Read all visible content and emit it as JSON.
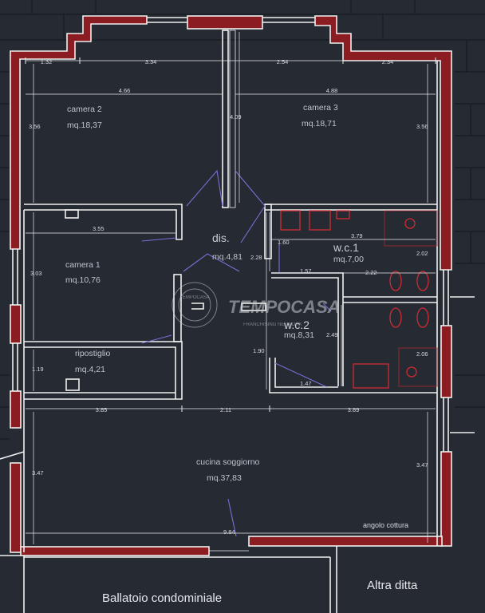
{
  "rooms": {
    "camera2": {
      "name": "camera 2",
      "area": "mq.18,37"
    },
    "camera3": {
      "name": "camera 3",
      "area": "mq.18,71"
    },
    "dis": {
      "name": "dis.",
      "area": "mq.4,81"
    },
    "camera1": {
      "name": "camera 1",
      "area": "mq.10,76"
    },
    "wc1": {
      "name": "w.c.1",
      "area": "mq.7,00"
    },
    "wc2": {
      "name": "w.c.2",
      "area": "mq.8,31"
    },
    "ripostiglio": {
      "name": "ripostiglio",
      "area": "mq.4,21"
    },
    "cucina": {
      "name": "cucina soggiorno",
      "area": "mq.37,83"
    }
  },
  "annotations": {
    "angolo": "angolo cottura",
    "ballatoio": "Ballatoio condominiale",
    "altra": "Altra ditta"
  },
  "dimensions": {
    "d132": "1.32",
    "d334": "3.34",
    "d254": "2.54",
    "d234": "2.34",
    "d466": "4.66",
    "d488": "4.88",
    "d356a": "3.56",
    "d356b": "3.56",
    "d409": "4.09",
    "d355": "3.55",
    "d160": "1.60",
    "d379": "3.79",
    "d202": "2.02",
    "d228": "2.28",
    "d303": "3.03",
    "d157": "1.57",
    "d222": "2.22",
    "d249": "2.49",
    "d190": "1.90",
    "d147": "1.47",
    "d206": "2.06",
    "d119": "1.19",
    "d385": "3.85",
    "d211": "2.11",
    "d389": "3.89",
    "d347a": "3.47",
    "d347b": "3.47",
    "d984": "9.84"
  },
  "watermark": {
    "brand": "TEMPOCASA",
    "badge": "TEMPOCASA",
    "subtitle": "FRANCHISING NETWORK"
  },
  "colors": {
    "background": "#252a33",
    "wall_fill": "#8a1c22",
    "fixtures": "#d02a32",
    "doors": "#7a6fd6"
  }
}
